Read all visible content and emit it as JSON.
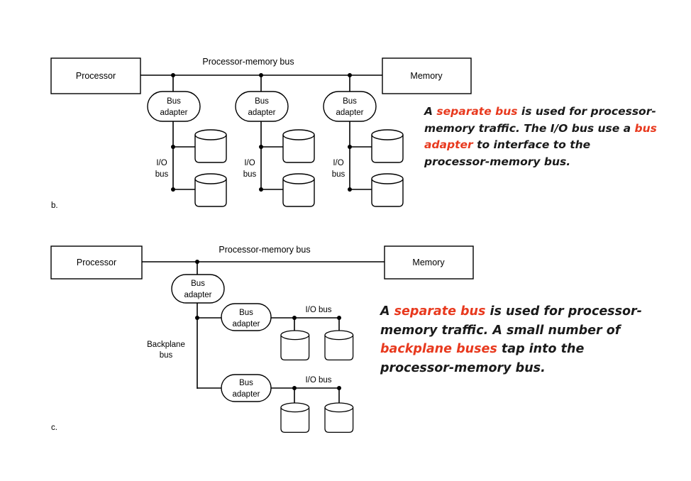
{
  "diagram_b": {
    "label": "b.",
    "processor": "Processor",
    "memory": "Memory",
    "bus_title": "Processor-memory bus",
    "adapters": [
      {
        "line1": "Bus",
        "line2": "adapter"
      },
      {
        "line1": "Bus",
        "line2": "adapter"
      },
      {
        "line1": "Bus",
        "line2": "adapter"
      }
    ],
    "io_bus": {
      "line1": "I/O",
      "line2": "bus"
    }
  },
  "caption_b": {
    "p1": "A ",
    "h1": "separate bus",
    "p2": " is used for processor-memory traffic. The I/O bus use a ",
    "h2": "bus adapter",
    "p3": " to interface to the processor-memory bus."
  },
  "diagram_c": {
    "label": "c.",
    "processor": "Processor",
    "memory": "Memory",
    "bus_title": "Processor-memory bus",
    "top_adapter": {
      "line1": "Bus",
      "line2": "adapter"
    },
    "backplane": {
      "line1": "Backplane",
      "line2": "bus"
    },
    "io_adapters": [
      {
        "line1": "Bus",
        "line2": "adapter",
        "io_label": "I/O bus"
      },
      {
        "line1": "Bus",
        "line2": "adapter",
        "io_label": "I/O bus"
      }
    ]
  },
  "caption_c": {
    "p1": "A ",
    "h1": "separate bus",
    "p2": " is used for processor-memory traffic. A small number of ",
    "h2": "backplane buses",
    "p3": " tap into the processor-memory bus."
  },
  "colors": {
    "highlight": "#e8391e",
    "text": "#1a1a1a"
  }
}
